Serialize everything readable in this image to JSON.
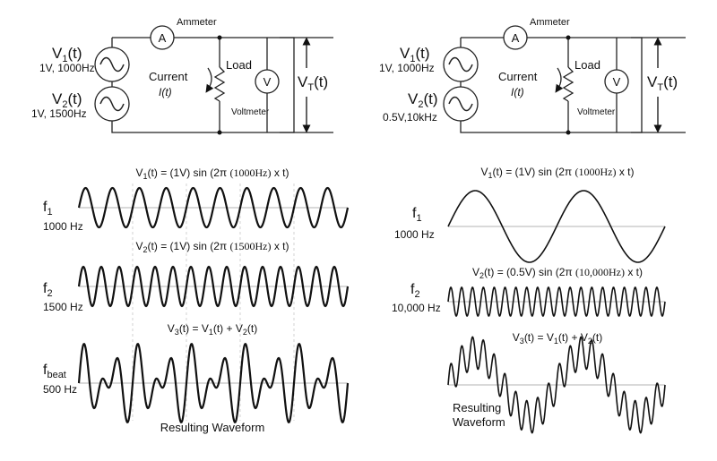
{
  "left": {
    "circuit": {
      "ammeter_label": "Ammeter",
      "ammeter_symbol": "A",
      "source1_name": "V",
      "source1_sub": "1",
      "source1_arg": "(t)",
      "source1_spec": "1V, 1000Hz",
      "source2_name": "V",
      "source2_sub": "2",
      "source2_arg": "(t)",
      "source2_spec": "1V, 1500Hz",
      "current_label": "Current",
      "current_symbol": "I(t)",
      "load_label": "Load",
      "voltmeter_symbol": "V",
      "voltmeter_label": "Voltmeter",
      "vt_name": "V",
      "vt_sub": "T",
      "vt_arg": "(t)"
    },
    "f1": {
      "eq_a": "V",
      "eq_sub": "1",
      "eq_b": "(t) = (1V) sin (2π ",
      "eq_c": "(1000Hz)",
      "eq_d": " x t)",
      "name": "f",
      "name_sub": "1",
      "freq": "1000 Hz"
    },
    "f2": {
      "eq_a": "V",
      "eq_sub": "2",
      "eq_b": "(t) = (1V) sin (2π ",
      "eq_c": "(1500Hz)",
      "eq_d": " x t)",
      "name": "f",
      "name_sub": "2",
      "freq": "1500 Hz"
    },
    "sum": {
      "eq_a": "V",
      "eq_sub3": "3",
      "eq_b": "(t) = V",
      "eq_sub1": "1",
      "eq_c": "(t) + V",
      "eq_sub2": "2",
      "eq_d": "(t)",
      "name": "f",
      "name_sub": "beat",
      "freq": "500 Hz",
      "caption": "Resulting Waveform"
    }
  },
  "right": {
    "circuit": {
      "ammeter_label": "Ammeter",
      "ammeter_symbol": "A",
      "source1_name": "V",
      "source1_sub": "1",
      "source1_arg": "(t)",
      "source1_spec": "1V, 1000Hz",
      "source2_name": "V",
      "source2_sub": "2",
      "source2_arg": "(t)",
      "source2_spec": "0.5V,10kHz",
      "current_label": "Current",
      "current_symbol": "I(t)",
      "load_label": "Load",
      "voltmeter_symbol": "V",
      "voltmeter_label": "Voltmeter",
      "vt_name": "V",
      "vt_sub": "T",
      "vt_arg": "(t)"
    },
    "f1": {
      "eq_a": "V",
      "eq_sub": "1",
      "eq_b": "(t) = (1V) sin (2π ",
      "eq_c": "(1000Hz)",
      "eq_d": " x t)",
      "name": "f",
      "name_sub": "1",
      "freq": "1000 Hz"
    },
    "f2": {
      "eq_a": "V",
      "eq_sub": "2",
      "eq_b": "(t) = (0.5V) sin (2π ",
      "eq_c": "(10,000Hz)",
      "eq_d": " x t)",
      "name": "f",
      "name_sub": "2",
      "freq": "10,000 Hz"
    },
    "sum": {
      "eq_a": "V",
      "eq_sub3": "3",
      "eq_b": "(t) = V",
      "eq_sub1": "1",
      "eq_c": "(t) + V",
      "eq_sub2": "2",
      "eq_d": "(t)",
      "caption_line1": "Resulting",
      "caption_line2": "Waveform"
    }
  },
  "waves": {
    "left_f1": {
      "cycles": 10,
      "amplitude_v": 1
    },
    "left_f2": {
      "cycles": 15,
      "amplitude_v": 1
    },
    "left_sum": {
      "f1_cycles": 10,
      "f2_cycles": 15,
      "amplitude_v": 2
    },
    "right_f1": {
      "cycles": 2,
      "amplitude_v": 1
    },
    "right_f2": {
      "cycles": 20,
      "amplitude_v": 0.5
    },
    "right_sum": {
      "f1_cycles": 2,
      "f2_cycles": 20,
      "f2_amplitude_ratio": 0.5
    }
  }
}
